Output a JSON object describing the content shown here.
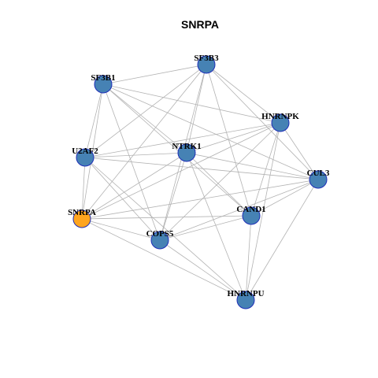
{
  "title": "SNRPA",
  "colors": {
    "query_node": "#ffa51e",
    "partner_node": "#4682b4",
    "node_border": "#1f2fb8",
    "edge": "#b3b3b3"
  },
  "nodes": [
    {
      "id": "SNRPA",
      "label": "SNRPA",
      "role": "query"
    },
    {
      "id": "SF3B3",
      "label": "SF3B3",
      "role": "partner"
    },
    {
      "id": "SF3B1",
      "label": "SF3B1",
      "role": "partner"
    },
    {
      "id": "HNRNPK",
      "label": "HNRNPK",
      "role": "partner"
    },
    {
      "id": "U2AF2",
      "label": "U2AF2",
      "role": "partner"
    },
    {
      "id": "NTRK1",
      "label": "NTRK1",
      "role": "partner"
    },
    {
      "id": "CUL3",
      "label": "CUL3",
      "role": "partner"
    },
    {
      "id": "CAND1",
      "label": "CAND1",
      "role": "partner"
    },
    {
      "id": "COPS5",
      "label": "COPS5",
      "role": "partner"
    },
    {
      "id": "HNRNPU",
      "label": "HNRNPU",
      "role": "partner"
    }
  ],
  "edges": [
    [
      "SF3B3",
      "SF3B1"
    ],
    [
      "SF3B3",
      "HNRNPK"
    ],
    [
      "SF3B3",
      "U2AF2"
    ],
    [
      "SF3B3",
      "NTRK1"
    ],
    [
      "SF3B3",
      "CUL3"
    ],
    [
      "SF3B3",
      "CAND1"
    ],
    [
      "SF3B3",
      "SNRPA"
    ],
    [
      "SF3B3",
      "COPS5"
    ],
    [
      "SF3B1",
      "HNRNPK"
    ],
    [
      "SF3B1",
      "U2AF2"
    ],
    [
      "SF3B1",
      "NTRK1"
    ],
    [
      "SF3B1",
      "CUL3"
    ],
    [
      "SF3B1",
      "CAND1"
    ],
    [
      "SF3B1",
      "SNRPA"
    ],
    [
      "SF3B1",
      "COPS5"
    ],
    [
      "HNRNPK",
      "U2AF2"
    ],
    [
      "HNRNPK",
      "NTRK1"
    ],
    [
      "HNRNPK",
      "CUL3"
    ],
    [
      "HNRNPK",
      "CAND1"
    ],
    [
      "HNRNPK",
      "SNRPA"
    ],
    [
      "HNRNPK",
      "COPS5"
    ],
    [
      "HNRNPK",
      "HNRNPU"
    ],
    [
      "U2AF2",
      "NTRK1"
    ],
    [
      "U2AF2",
      "CUL3"
    ],
    [
      "U2AF2",
      "SNRPA"
    ],
    [
      "U2AF2",
      "COPS5"
    ],
    [
      "U2AF2",
      "HNRNPU"
    ],
    [
      "NTRK1",
      "CUL3"
    ],
    [
      "NTRK1",
      "CAND1"
    ],
    [
      "NTRK1",
      "COPS5"
    ],
    [
      "NTRK1",
      "HNRNPU"
    ],
    [
      "NTRK1",
      "SNRPA"
    ],
    [
      "CUL3",
      "CAND1"
    ],
    [
      "CUL3",
      "COPS5"
    ],
    [
      "CUL3",
      "SNRPA"
    ],
    [
      "CUL3",
      "HNRNPU"
    ],
    [
      "CAND1",
      "SNRPA"
    ],
    [
      "CAND1",
      "COPS5"
    ],
    [
      "CAND1",
      "HNRNPU"
    ],
    [
      "SNRPA",
      "COPS5"
    ],
    [
      "SNRPA",
      "HNRNPU"
    ],
    [
      "COPS5",
      "HNRNPU"
    ]
  ]
}
